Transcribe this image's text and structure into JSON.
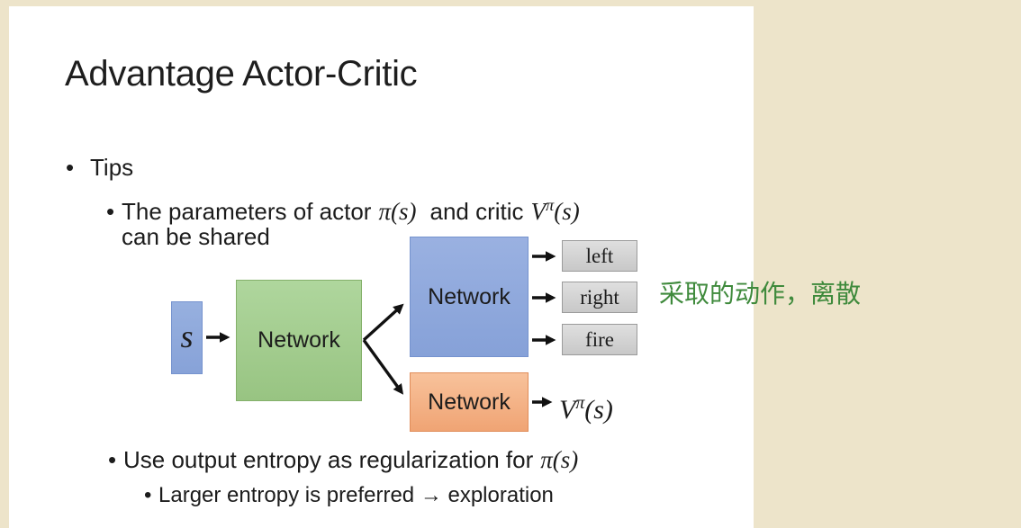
{
  "slide": {
    "title": "Advantage Actor-Critic",
    "bullet_char": "•",
    "tips_label": "Tips",
    "param_line": {
      "pre": "The parameters of actor",
      "actor_math": "π(s)",
      "mid": "and critic",
      "critic_v": "V",
      "critic_sup": "π",
      "critic_args": "(s)",
      "line2": "can be shared"
    },
    "entropy_line": {
      "pre": "Use output entropy as regularization for",
      "math": "π(s)"
    },
    "exploration_line": "Larger entropy is preferred → exploration"
  },
  "diagram": {
    "input_label": "s",
    "shared_network_label": "Network",
    "actor_network_label": "Network",
    "critic_network_label": "Network",
    "action_labels": [
      "left",
      "right",
      "fire"
    ],
    "critic_output": {
      "v": "V",
      "sup": "π",
      "args": "(s)"
    },
    "annotation": "采取的动作，离散"
  },
  "colors": {
    "canvas_background": "#EDE4CA",
    "slide_background": "#FFFFFF",
    "input_box_fill": "#8FAADC",
    "shared_network_fill": "#A9D18E",
    "actor_network_fill": "#8FAADC",
    "critic_network_fill": "#F4B183",
    "action_box_fill": "#D9D9D9",
    "annotation_green": "#3F8A3C",
    "body_text": "#1C1C1C"
  }
}
